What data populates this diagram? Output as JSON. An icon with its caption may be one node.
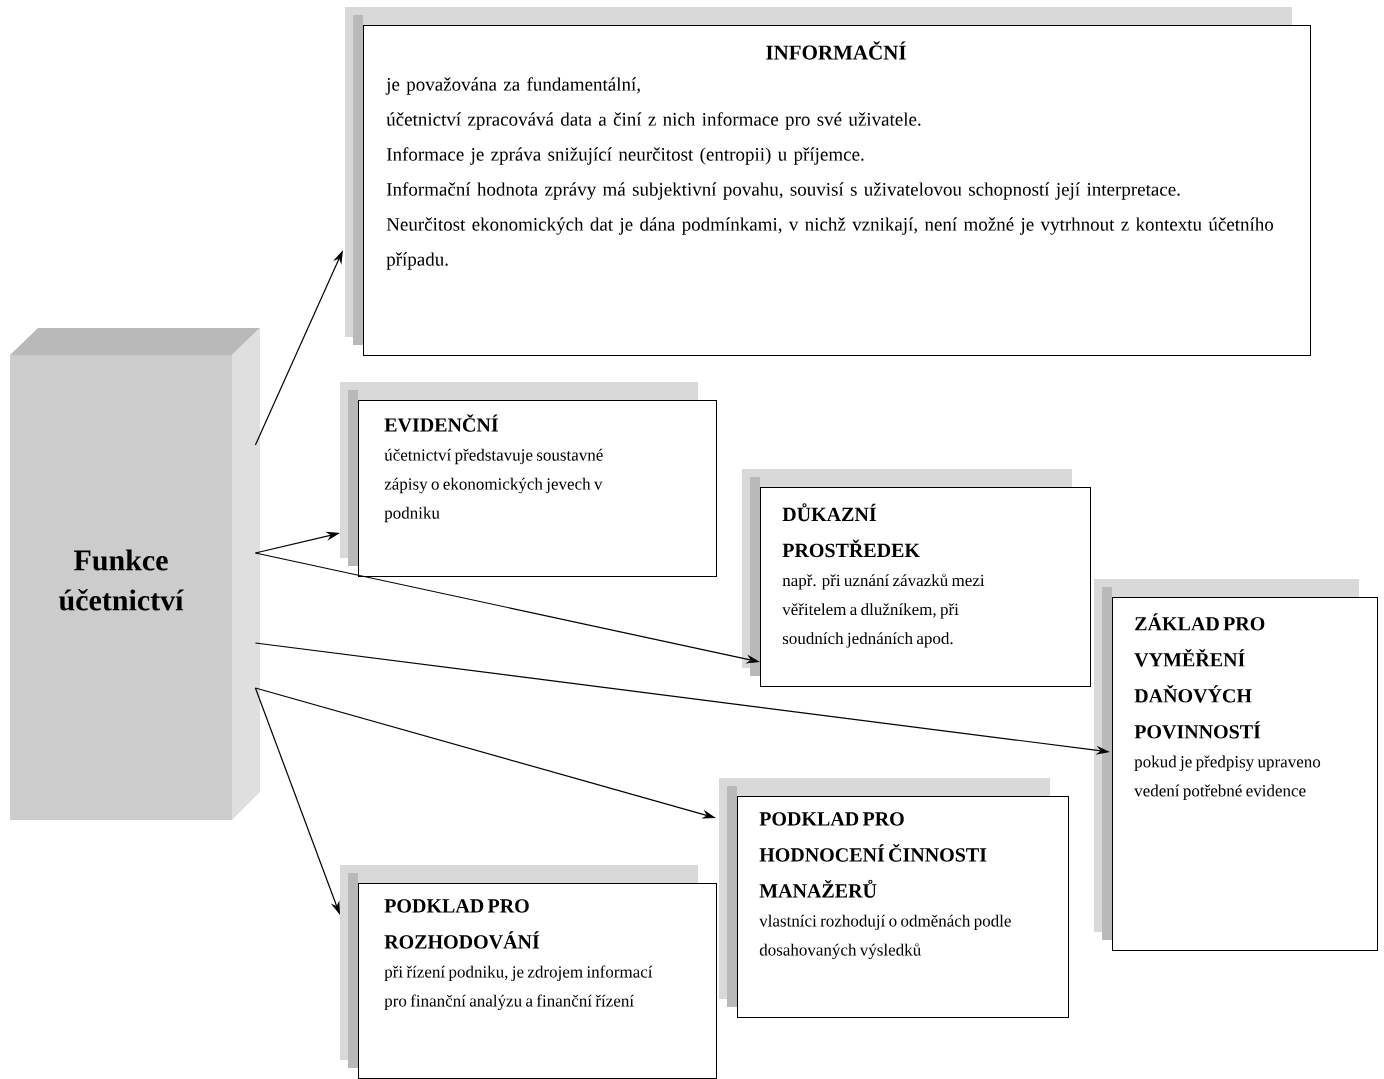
{
  "diagram": {
    "nodes": [
      {
        "text": [
          "Funkce účetnictví"
        ]
      },
      {
        "text": [
          "INFORMAČNÍ",
          "je považována za fundamentální,",
          "účetnictví zpracovává data a činí z nich informace pro své uživatele.",
          "Informace je zpráva snižující neurčitost (entropii) u příjemce.",
          "Informační hodnota zprávy má subjektivní povahu, souvisí s uživatelovou schopností její interpretace.",
          "Neurčitost ekonomických dat je dána podmínkami, v nichž vznikají, není možné je vytrhnout z kontextu účetního případu."
        ]
      },
      {
        "text": [
          "EVIDENČNÍ",
          "účetnictví představuje soustavné zápisy o ekonomických jevech v podniku"
        ]
      },
      {
        "text": [
          "DŮKAZNÍ PROSTŘEDEK",
          "např. při uznání závazků mezi věřitelem a dlužníkem, při soudních jednáních apod."
        ]
      },
      {
        "text": [
          "ZÁKLAD PRO VYMĚŘENÍ DAŇOVÝCH POVINNOSTÍ",
          "pokud je předpisy upraveno vedení potřebné evidence"
        ]
      },
      {
        "text": [
          "PODKLAD PRO HODNOCENÍ ČINNOSTI MANAŽERŮ",
          "vlastníci rozhodují o odměnách podle dosahovaných výsledků"
        ]
      },
      {
        "text": [
          "PODKLAD PRO ROZHODOVÁNÍ",
          "při řízení podniku, je zdrojem informací pro finanční analýzu a finanční řízení"
        ]
      }
    ],
    "edges": [
      {
        "from": 0,
        "to": 1,
        "arrow": "to"
      },
      {
        "from": 0,
        "to": 2,
        "arrow": "to"
      },
      {
        "from": 0,
        "to": 3,
        "arrow": "to"
      },
      {
        "from": 0,
        "to": 4,
        "arrow": "to"
      },
      {
        "from": 0,
        "to": 5,
        "arrow": "to"
      },
      {
        "from": 0,
        "to": 6,
        "arrow": "to"
      }
    ]
  }
}
